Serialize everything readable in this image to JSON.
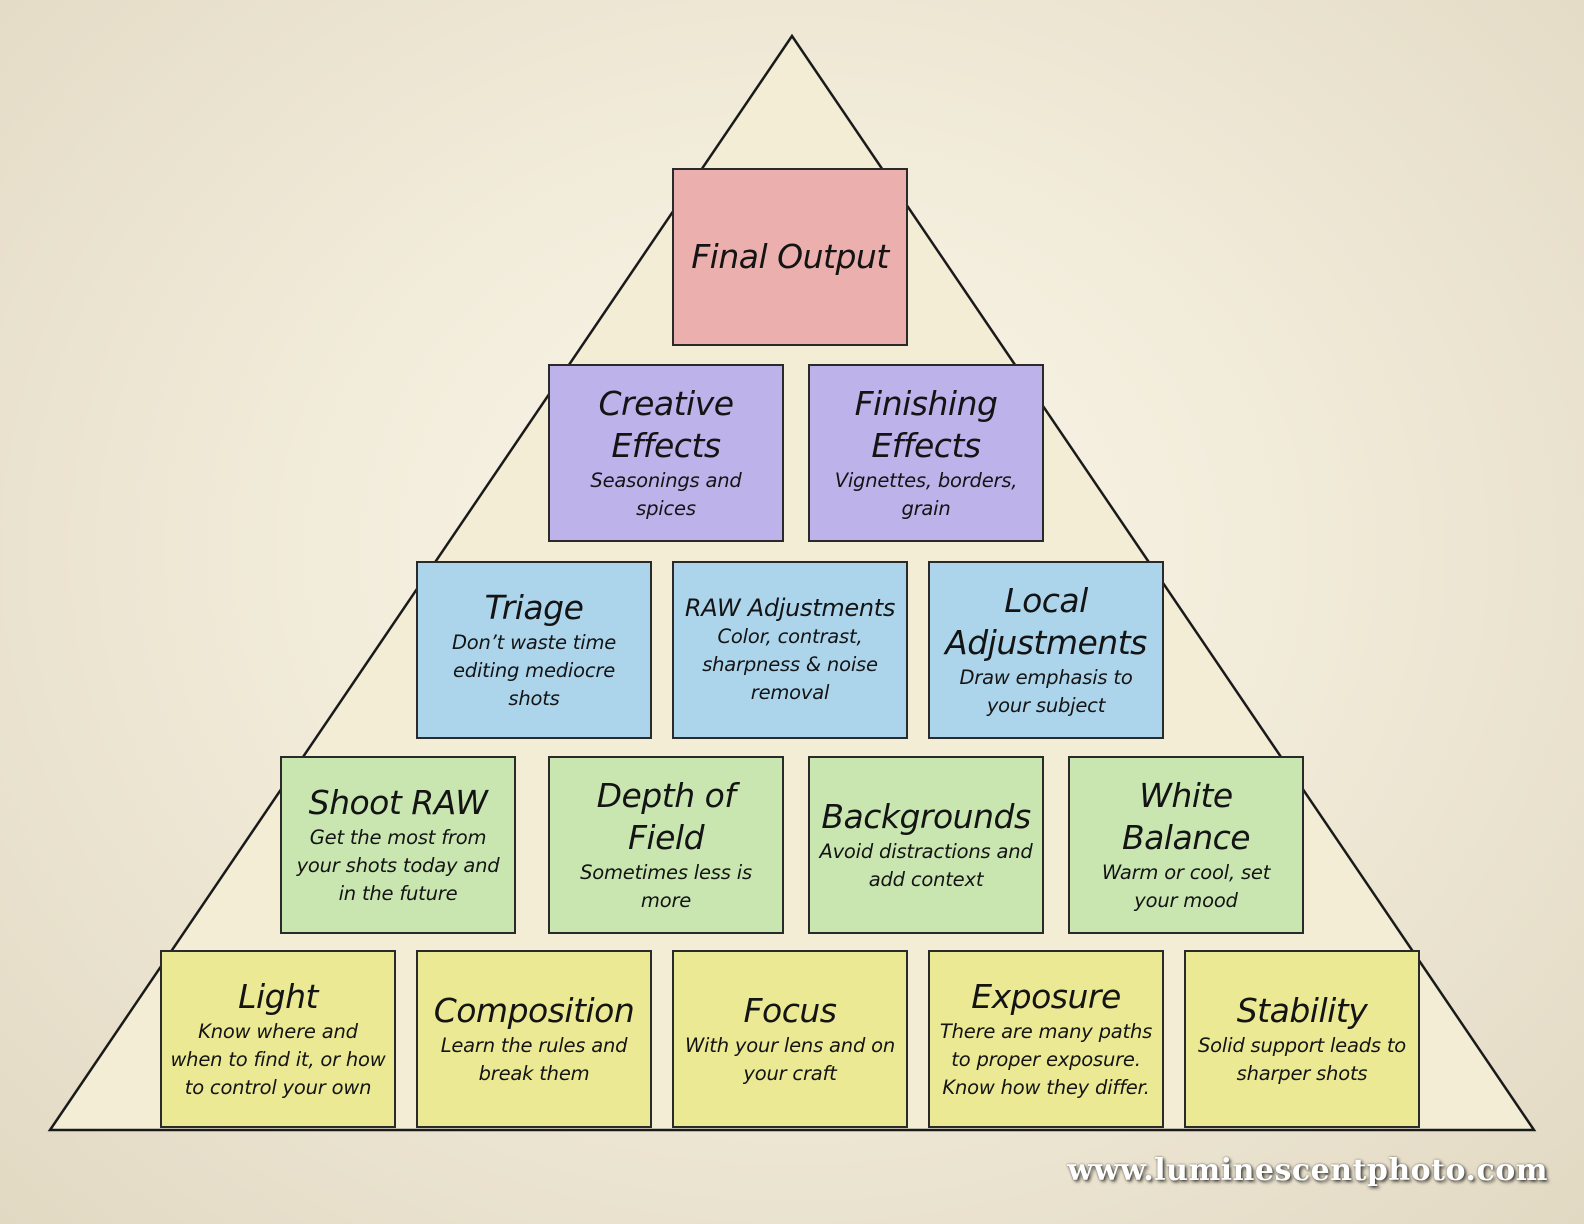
{
  "colors": {
    "background": "#f1ebd9",
    "triangle_fill": "#f3edd6",
    "triangle_stroke": "#1a1a1a",
    "tier_final": "#ebb0ad",
    "tier_effects": "#bdb2ea",
    "tier_processing": "#acd5ec",
    "tier_capture": "#c9e6b1",
    "tier_fundamentals": "#ebe993"
  },
  "pyramid": {
    "rows": [
      {
        "color": "red",
        "boxes": [
          {
            "title": "Final Output",
            "desc": ""
          }
        ]
      },
      {
        "color": "purple",
        "boxes": [
          {
            "title": "Creative Effects",
            "desc": "Seasonings and spices"
          },
          {
            "title": "Finishing Effects",
            "desc": "Vignettes, borders, grain"
          }
        ]
      },
      {
        "color": "blue",
        "boxes": [
          {
            "title": "Triage",
            "desc": "Don’t waste time editing mediocre shots"
          },
          {
            "title": "RAW Adjustments",
            "desc": "Color, contrast, sharpness & noise removal",
            "small_title": true
          },
          {
            "title": "Local Adjustments",
            "desc": "Draw emphasis to your subject"
          }
        ]
      },
      {
        "color": "green",
        "boxes": [
          {
            "title": "Shoot RAW",
            "desc": "Get the most from your shots today and in the future"
          },
          {
            "title": "Depth of Field",
            "desc": "Sometimes less is more"
          },
          {
            "title": "Backgrounds",
            "desc": "Avoid distractions and add context"
          },
          {
            "title": "White Balance",
            "desc": "Warm or cool, set your mood"
          }
        ]
      },
      {
        "color": "yellow",
        "boxes": [
          {
            "title": "Light",
            "desc": "Know where and when to find it, or how to control your own"
          },
          {
            "title": "Composition",
            "desc": "Learn the rules and break them"
          },
          {
            "title": "Focus",
            "desc": "With your lens and on your craft"
          },
          {
            "title": "Exposure",
            "desc": "There are many paths to proper exposure. Know how they differ."
          },
          {
            "title": "Stability",
            "desc": "Solid support leads to sharper shots"
          }
        ]
      }
    ]
  },
  "watermark": "www.luminescentphoto.com"
}
